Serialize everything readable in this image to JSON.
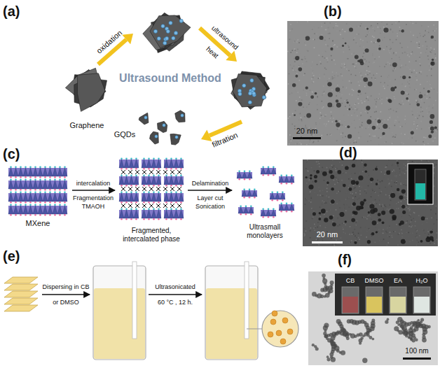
{
  "diagram": {
    "labels": [
      "(a)",
      "Graphene",
      "oxidation",
      "Ultrasound Method",
      "ultrasound",
      "heat",
      "filtration",
      "GQDs",
      "(b)",
      "20 nm",
      "(c)",
      "MXene",
      "intercalation",
      "Fragmentation",
      "TMAOH",
      "Fragmented, intercalated phase",
      "Delamination",
      "Layer cut",
      "Sonication",
      "Ultrasmall monolayers",
      "(d)",
      "20 nm",
      "(e)",
      "Dispersing in CB",
      "or DMSO",
      "Ultrasonicated",
      "60 °C , 12 h.",
      "(f)",
      "CB",
      "DMSO",
      "EA",
      "H₂O",
      "100 nm"
    ]
  }
}
